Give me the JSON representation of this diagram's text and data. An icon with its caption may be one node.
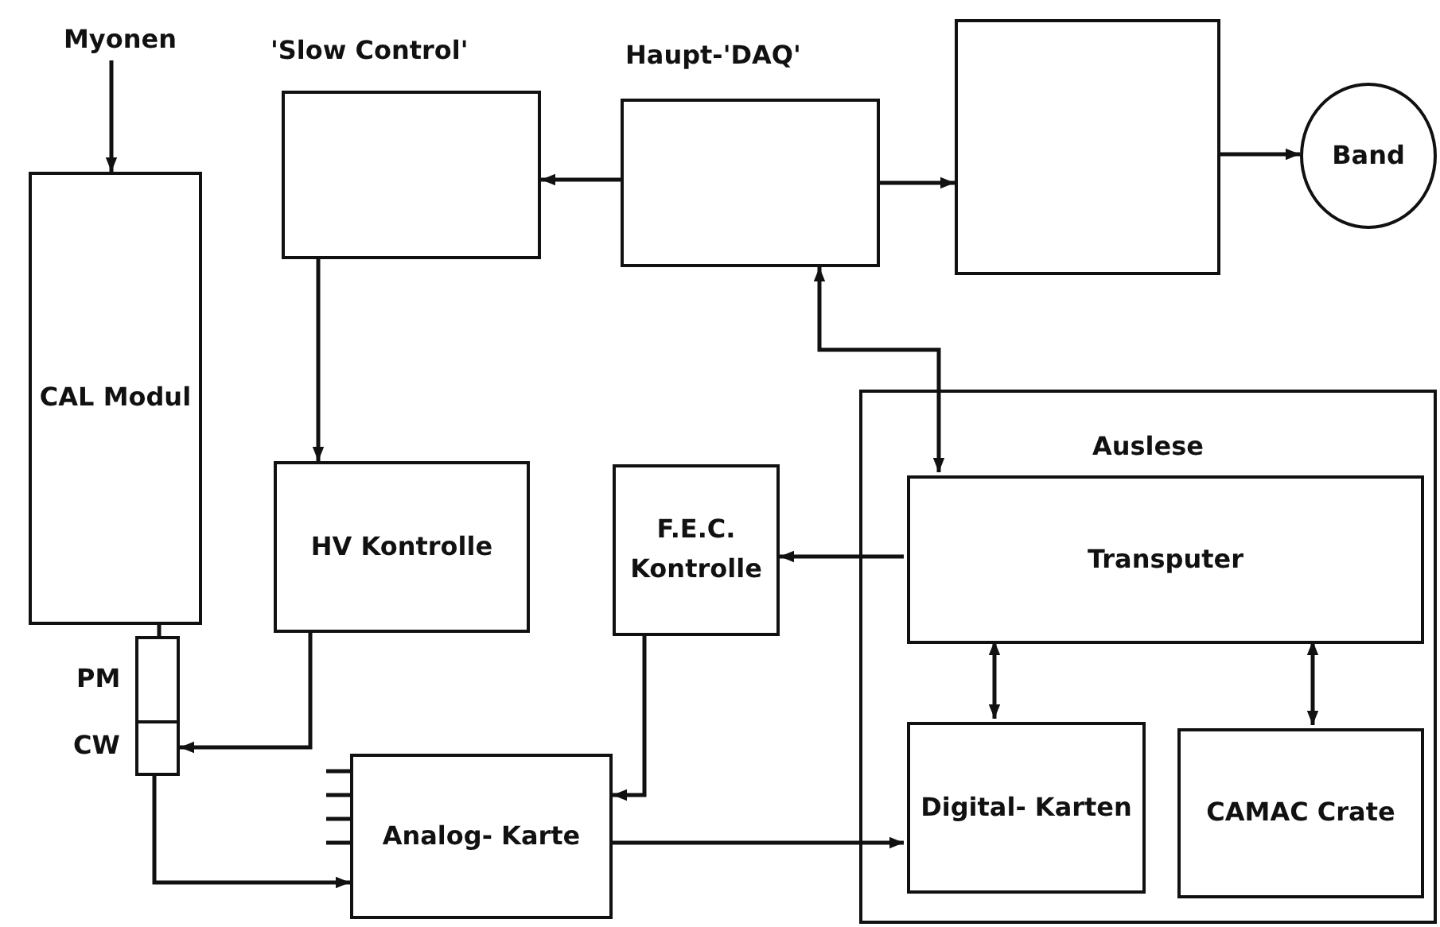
{
  "diagram": {
    "nodes": [
      {
        "text": [
          "Myonen"
        ]
      },
      {
        "text": [
          "CAL Modul"
        ]
      },
      {
        "text": [],
        "shape": "box",
        "beside": [
          "'Slow Control'"
        ]
      },
      {
        "text": [],
        "shape": "box",
        "beside": [
          "Haupt-'DAQ'"
        ]
      },
      {
        "text": [],
        "shape": "box"
      },
      {
        "text": [
          "Band"
        ]
      },
      {
        "text": [
          "HV Kontrolle"
        ]
      },
      {
        "text": [
          "F.E.C. Kontrolle"
        ]
      },
      {
        "text": [
          "Auslese"
        ]
      },
      {
        "text": [
          "Transputer"
        ],
        "in": 8
      },
      {
        "text": [
          "Digital- Karten"
        ],
        "in": 8
      },
      {
        "text": [
          "CAMAC Crate"
        ],
        "in": 8
      },
      {
        "text": [],
        "shape": "box",
        "beside": [
          "PM"
        ]
      },
      {
        "text": [],
        "shape": "box",
        "beside": [
          "CW"
        ]
      },
      {
        "text": [
          "Analog- Karte"
        ]
      }
    ],
    "edges": [
      {
        "from": 0,
        "to": 1,
        "arrow": "to"
      },
      {
        "from": 3,
        "to": 2,
        "arrow": "to"
      },
      {
        "from": 3,
        "to": 4,
        "arrow": "to"
      },
      {
        "from": 4,
        "to": 5,
        "arrow": "to"
      },
      {
        "from": 2,
        "to": 6,
        "arrow": "to"
      },
      {
        "from": 3,
        "to": 9,
        "arrow": "both"
      },
      {
        "from": 9,
        "to": 7,
        "arrow": "to"
      },
      {
        "from": 6,
        "to": 13,
        "arrow": "to"
      },
      {
        "from": 7,
        "to": 14,
        "arrow": "to"
      },
      {
        "from": 13,
        "to": 14,
        "arrow": "to"
      },
      {
        "from": 14,
        "to": 10,
        "arrow": "to"
      },
      {
        "from": 9,
        "to": 10,
        "arrow": "both"
      },
      {
        "from": 9,
        "to": 11,
        "arrow": "both"
      },
      {
        "from": 1,
        "to": 12,
        "arrow": "none"
      }
    ]
  }
}
